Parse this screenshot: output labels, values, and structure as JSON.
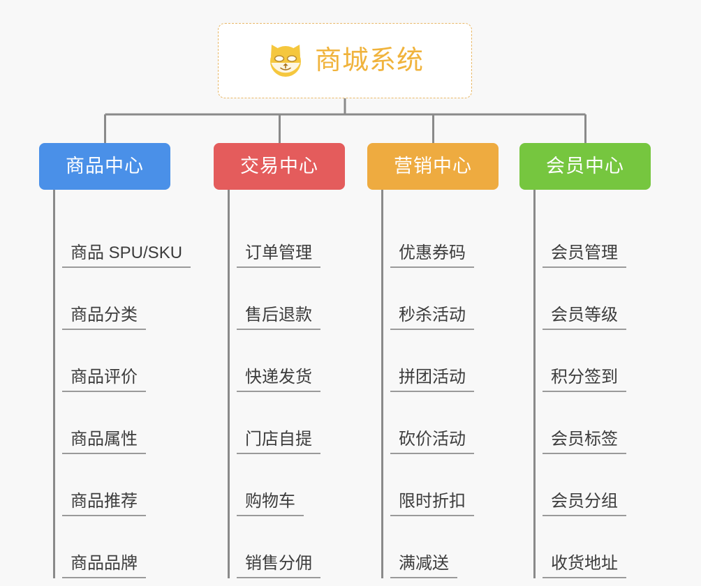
{
  "background_color": "#f8f8f8",
  "root": {
    "title": "商城系统",
    "icon": "shiba-dog-icon",
    "text_color": "#f0b33c",
    "border_color": "#e8b765",
    "background_color": "#ffffff"
  },
  "connector_color": "#8a8a8a",
  "columns": [
    {
      "header": "商品中心",
      "color": "#4a90e8",
      "items": [
        "商品 SPU/SKU",
        "商品分类",
        "商品评价",
        "商品属性",
        "商品推荐",
        "商品品牌"
      ]
    },
    {
      "header": "交易中心",
      "color": "#e45c5c",
      "items": [
        "订单管理",
        "售后退款",
        "快递发货",
        "门店自提",
        "购物车",
        "销售分佣"
      ]
    },
    {
      "header": "营销中心",
      "color": "#eeab40",
      "items": [
        "优惠券码",
        "秒杀活动",
        "拼团活动",
        "砍价活动",
        "限时折扣",
        "满减送"
      ]
    },
    {
      "header": "会员中心",
      "color": "#76c63f",
      "items": [
        "会员管理",
        "会员等级",
        "积分签到",
        "会员标签",
        "会员分组",
        "收货地址"
      ]
    }
  ]
}
